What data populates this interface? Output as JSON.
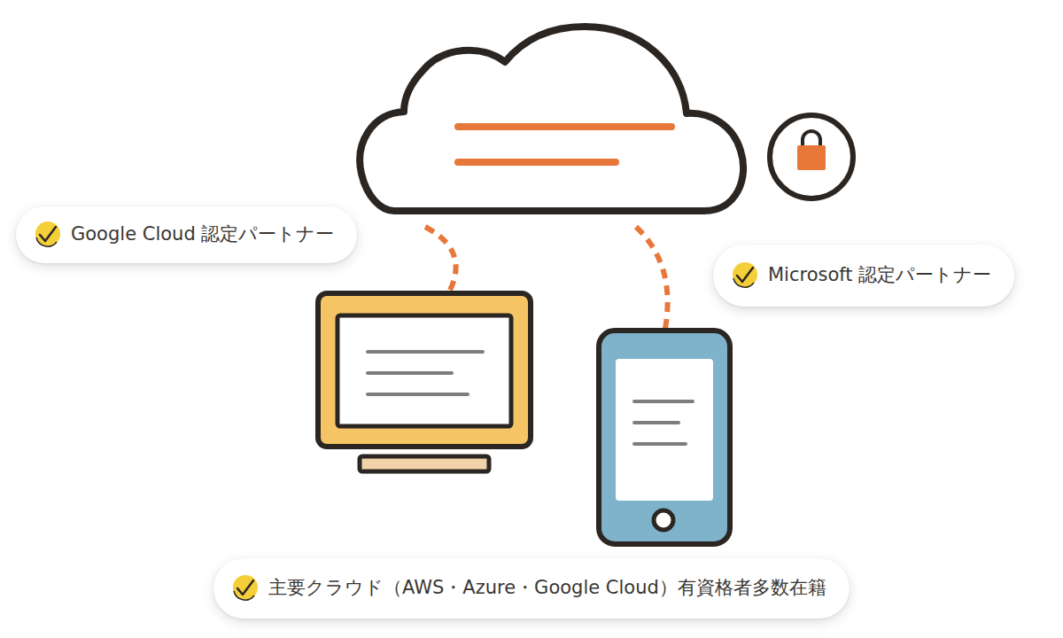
{
  "diagram": {
    "nodes": [
      {
        "text": [
          "Google Cloud 認定パートナー"
        ]
      },
      {
        "text": [
          "Microsoft 認定パートナー"
        ]
      },
      {
        "text": [
          "主要クラウド（AWS・Azure・Google Cloud）有資格者多数在籍"
        ]
      }
    ]
  }
}
